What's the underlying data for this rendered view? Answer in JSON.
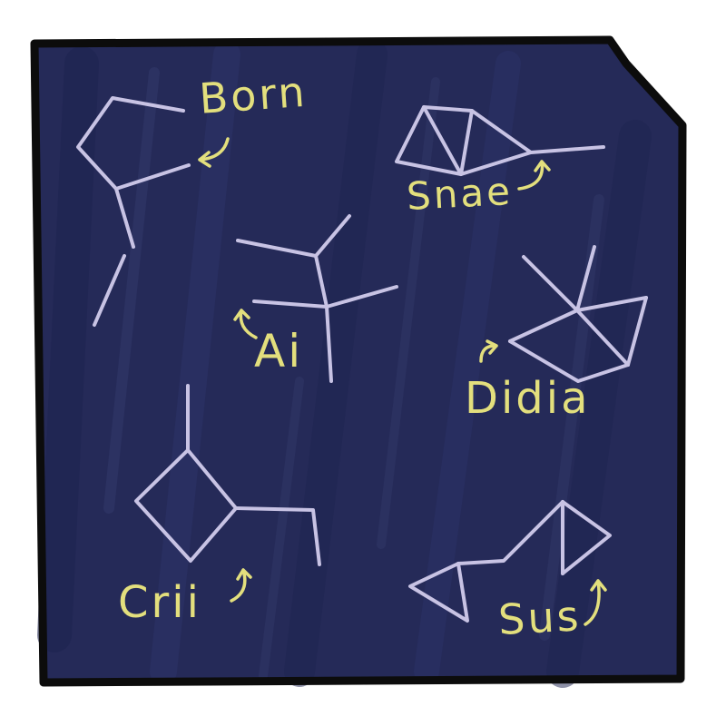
{
  "colors": {
    "sky": "#252a58",
    "sky_streak": "#1e2350",
    "sky_light": "#3a4275",
    "frame": "#0c0c0c",
    "star_lines": "#c8c3e4",
    "label": "#e3df7d"
  },
  "constellations": [
    {
      "key": "born",
      "label": "Born"
    },
    {
      "key": "snae",
      "label": "Snae"
    },
    {
      "key": "ai",
      "label": "Ai"
    },
    {
      "key": "didia",
      "label": "Didia"
    },
    {
      "key": "crii",
      "label": "Crii"
    },
    {
      "key": "sus",
      "label": "Sus"
    }
  ]
}
